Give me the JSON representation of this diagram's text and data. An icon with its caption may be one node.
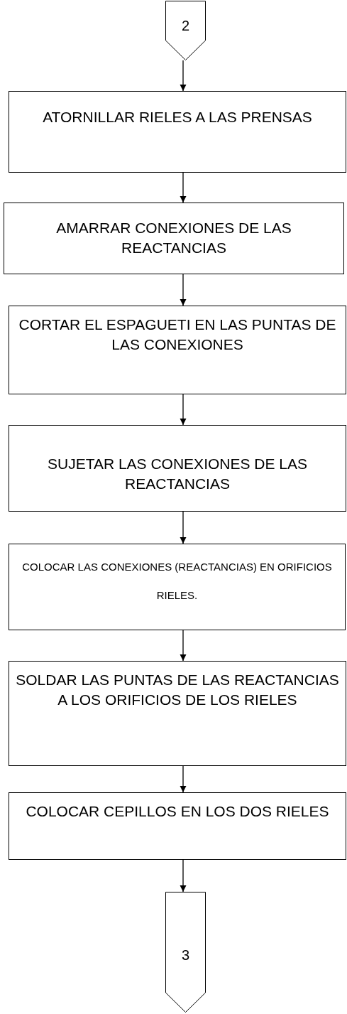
{
  "diagram": {
    "nodes": [
      {
        "text": [
          "2"
        ]
      },
      {
        "text": [
          "ATORNILLAR RIELES A LAS PRENSAS"
        ]
      },
      {
        "text": [
          "AMARRAR CONEXIONES DE LAS REACTANCIAS"
        ]
      },
      {
        "text": [
          "CORTAR EL ESPAGUETI EN LAS PUNTAS DE LAS CONEXIONES"
        ]
      },
      {
        "text": [
          "SUJETAR LAS CONEXIONES DE LAS REACTANCIAS"
        ]
      },
      {
        "text": [
          "COLOCAR LAS CONEXIONES (REACTANCIAS) EN ORIFICIOS RIELES."
        ]
      },
      {
        "text": [
          "SOLDAR LAS PUNTAS DE LAS REACTANCIAS A LOS ORIFICIOS DE LOS RIELES"
        ]
      },
      {
        "text": [
          "COLOCAR CEPILLOS EN LOS DOS RIELES"
        ]
      },
      {
        "text": [
          "3"
        ]
      }
    ],
    "edges": [
      {
        "from": 0,
        "to": 1,
        "arrow": "to"
      },
      {
        "from": 1,
        "to": 2,
        "arrow": "to"
      },
      {
        "from": 2,
        "to": 3,
        "arrow": "to"
      },
      {
        "from": 3,
        "to": 4,
        "arrow": "to"
      },
      {
        "from": 4,
        "to": 5,
        "arrow": "to"
      },
      {
        "from": 5,
        "to": 6,
        "arrow": "to"
      },
      {
        "from": 6,
        "to": 7,
        "arrow": "to"
      },
      {
        "from": 7,
        "to": 8,
        "arrow": "to"
      }
    ]
  }
}
